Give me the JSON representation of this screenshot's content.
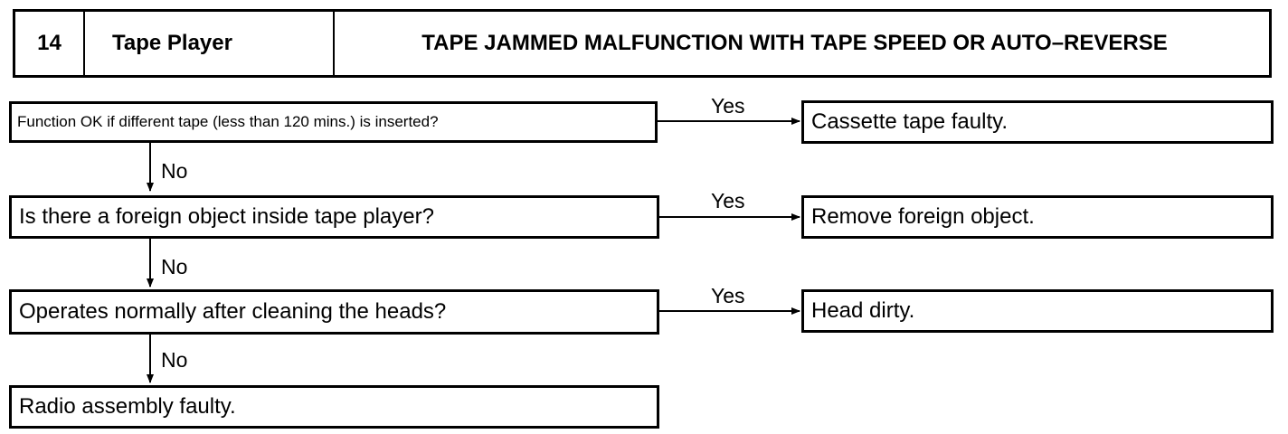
{
  "header": {
    "number": "14",
    "section": "Tape Player",
    "title": "TAPE JAMMED MALFUNCTION WITH TAPE SPEED OR AUTO–REVERSE"
  },
  "steps": [
    {
      "question": "Function OK if different tape (less than 120 mins.) is inserted?",
      "yes_label": "Yes",
      "result": "Cassette tape faulty.",
      "no_label": "No"
    },
    {
      "question": "Is there a foreign object inside tape player?",
      "yes_label": "Yes",
      "result": "Remove foreign object.",
      "no_label": "No"
    },
    {
      "question": "Operates normally after cleaning the heads?",
      "yes_label": "Yes",
      "result": "Head dirty.",
      "no_label": "No"
    }
  ],
  "final": "Radio assembly faulty."
}
